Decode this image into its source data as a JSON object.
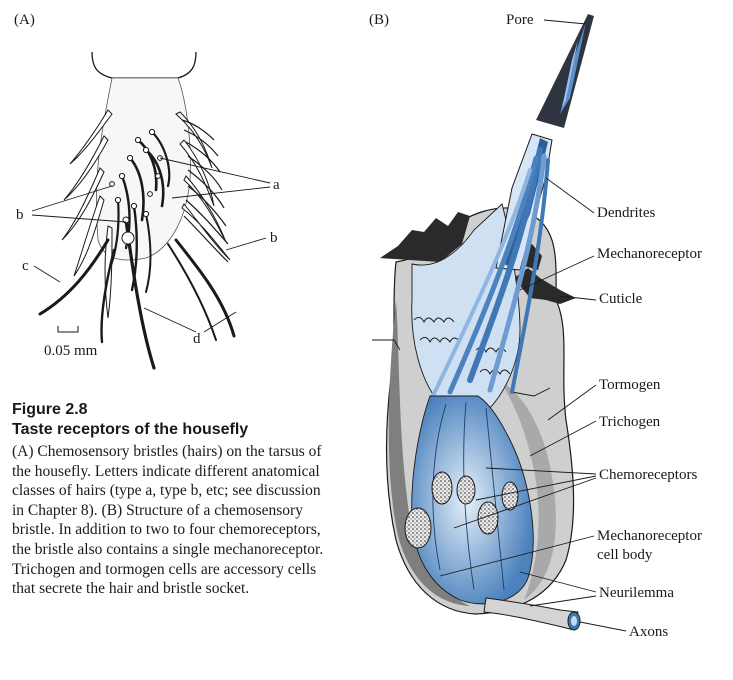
{
  "panel_a": {
    "label": "(A)",
    "letter_a": "a",
    "letter_b_left": "b",
    "letter_b_right": "b",
    "letter_c": "c",
    "letter_d": "d",
    "scale_bar": "0.05 mm"
  },
  "panel_b": {
    "label": "(B)",
    "labels": {
      "pore": "Pore",
      "dendrites": "Dendrites",
      "mechanoreceptor": "Mechanoreceptor",
      "cuticle": "Cuticle",
      "tormogen": "Tormogen",
      "trichogen": "Trichogen",
      "chemoreceptors": "Chemoreceptors",
      "mechanoreceptor_cell_body_1": "Mechanoreceptor",
      "mechanoreceptor_cell_body_2": "cell body",
      "neurilemma": "Neurilemma",
      "axons": "Axons"
    }
  },
  "caption": {
    "number": "Figure 2.8",
    "title": "Taste receptors of the housefly",
    "body": "(A) Chemosensory bristles (hairs) on the tarsus of the housefly. Letters indicate different anatomical classes of hairs (type a, type b, etc; see discussion in Chapter 8). (B) Structure of a chemosensory bristle. In addition to two to four chemoreceptors, the bristle also contains a single mechanoreceptor. Trichogen and tormogen cells are accessory cells that secrete the hair and bristle socket."
  },
  "colors": {
    "ink": "#1a1a1a",
    "blue_dark": "#3f78b5",
    "blue_mid": "#7fa9d8",
    "blue_light": "#c6dbf2",
    "grey_dark": "#8c8c8c",
    "grey_light": "#d4d4d4"
  }
}
